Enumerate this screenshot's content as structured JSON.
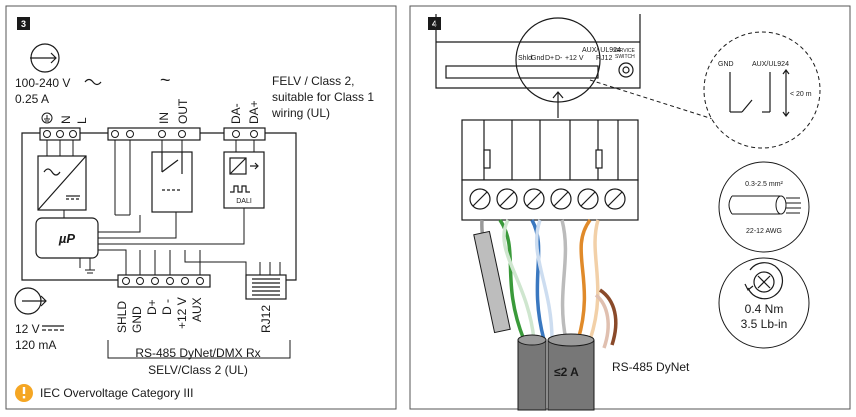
{
  "panel3": {
    "number": "3",
    "power_in": {
      "voltage": "100-240 V",
      "current": "0.25 A"
    },
    "ac_symbol": "~",
    "felv_note": [
      "FELV / Class 2,",
      "suitable for Class 1",
      "wiring (UL)"
    ],
    "top_terminals": [
      "N",
      "L",
      "IN",
      "OUT",
      "DA-",
      "DA+"
    ],
    "dali_label": "DALI",
    "up_label": "µP",
    "power_out": {
      "voltage": "12 V",
      "current": "120 mA"
    },
    "bottom_terminals": [
      "SHLD",
      "GND",
      "D+",
      "D -",
      "+12 V",
      "AUX"
    ],
    "rj12_label": "RJ12",
    "bus_note": [
      "RS-485 DyNet/DMX Rx",
      "SELV/Class 2 (UL)"
    ],
    "warning": "IEC Overvoltage Category III"
  },
  "panel4": {
    "number": "4",
    "device_terminals": [
      "Shld",
      "Gnd",
      "D+",
      "D-",
      "+12 V",
      "AUX/ UL924",
      "RJ12"
    ],
    "service_switch": [
      "SERVICE",
      "SWITCH"
    ],
    "zoom": {
      "gnd": "GND",
      "aux": "AUX/UL924",
      "distance": "< 20 m"
    },
    "wire_size": {
      "metric": "0.3-2.5 mm²",
      "awg": "22-12 AWG"
    },
    "torque": {
      "nm": "0.4 Nm",
      "lbin": "3.5 Lb-in"
    },
    "cable_rating": "≤2 A",
    "cable_label": "RS-485 DyNet"
  },
  "colors": {
    "line": "#1a1a1a",
    "border": "#555555",
    "warning": "#f5a623",
    "green": "#3a9a3a",
    "blue": "#3a78c0",
    "orange": "#e08a2a",
    "brown": "#8a4a2a",
    "cable_grey": "#777777"
  }
}
